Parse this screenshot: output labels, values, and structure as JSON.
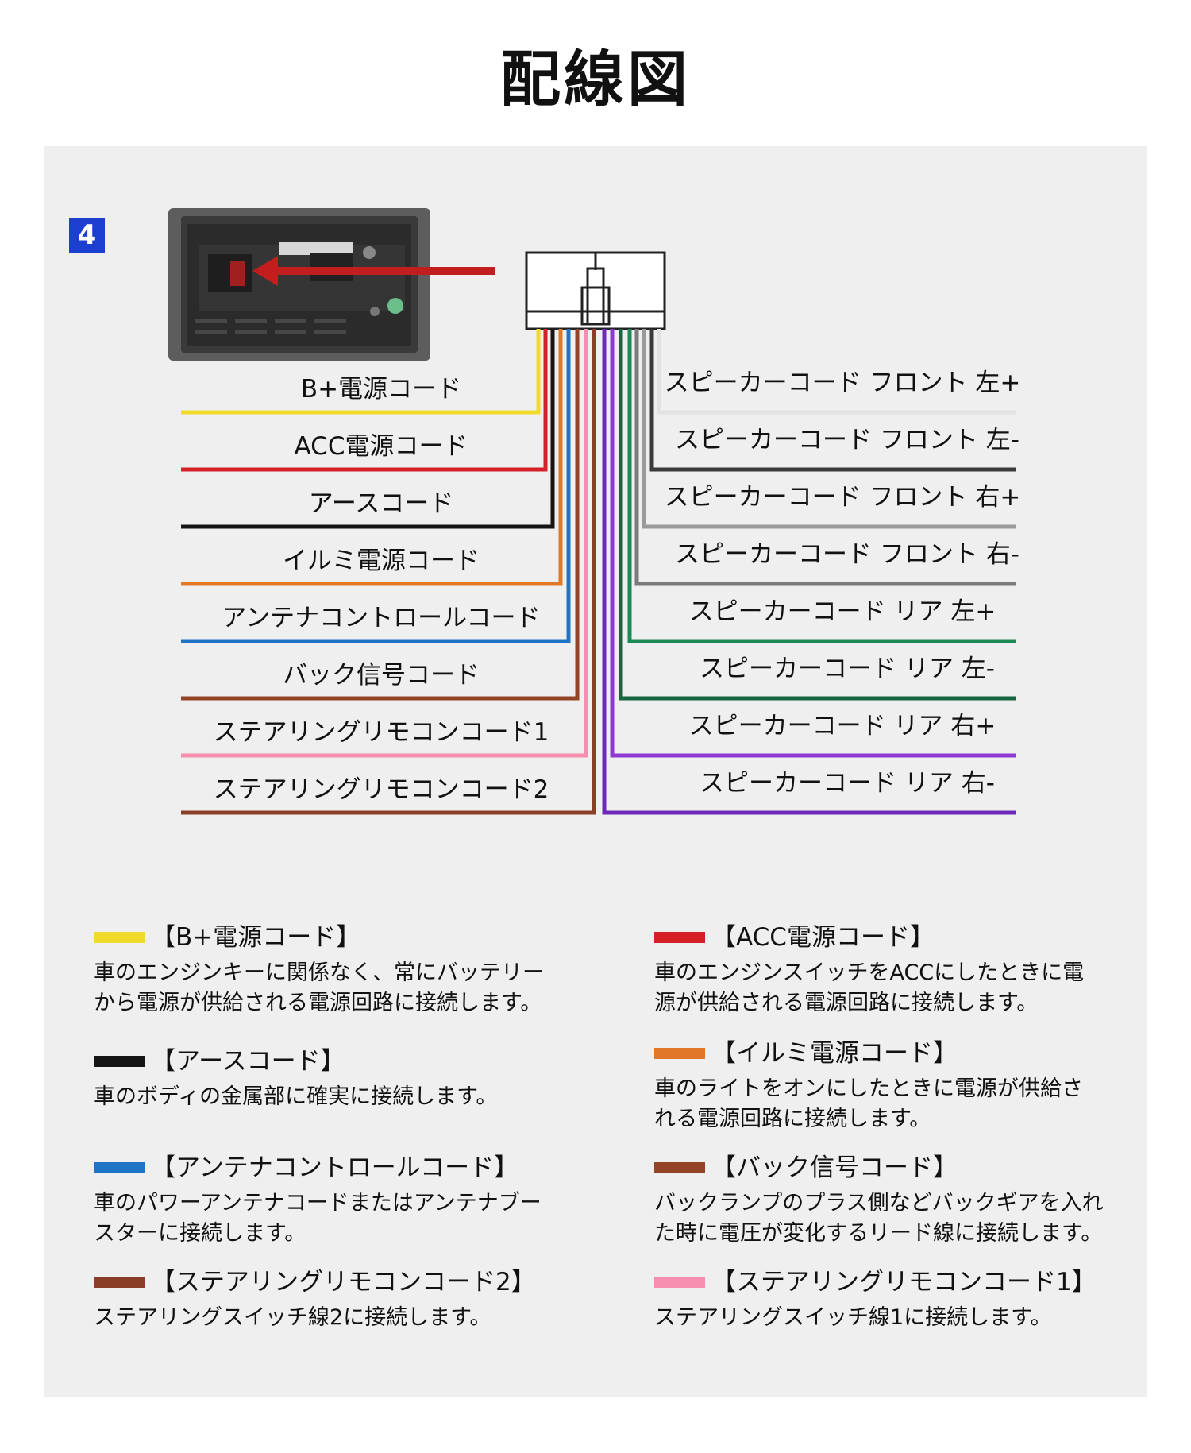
{
  "title": "配線図",
  "step_number": "4",
  "wires_left": [
    {
      "label": "B+電源コード",
      "color": "#f2da2c"
    },
    {
      "label": "ACC電源コード",
      "color": "#d62028"
    },
    {
      "label": "アースコード",
      "color": "#151515"
    },
    {
      "label": "イルミ電源コード",
      "color": "#e07828"
    },
    {
      "label": "アンテナコントロールコード",
      "color": "#1f74c6"
    },
    {
      "label": "バック信号コード",
      "color": "#934326"
    },
    {
      "label": "ステアリングリモコンコード1",
      "color": "#f68faf"
    },
    {
      "label": "ステアリングリモコンコード2",
      "color": "#8b3e27"
    }
  ],
  "wires_right": [
    {
      "label": "スピーカーコード フロント 左+",
      "color": "#e2e2e2"
    },
    {
      "label": "スピーカーコード フロント 左-",
      "color": "#3a3a3a"
    },
    {
      "label": "スピーカーコード フロント 右+",
      "color": "#9a9a9a"
    },
    {
      "label": "スピーカーコード フロント 右-",
      "color": "#7b7b7b"
    },
    {
      "label": "スピーカーコード リア 左+",
      "color": "#1c8a55"
    },
    {
      "label": "スピーカーコード リア 左-",
      "color": "#16663f"
    },
    {
      "label": "スピーカーコード リア 右+",
      "color": "#8d3ad0"
    },
    {
      "label": "スピーカーコード リア 右-",
      "color": "#6e28b8"
    }
  ],
  "legend": [
    {
      "title": "【B+電源コード】",
      "color": "#f2da2c",
      "desc": "車のエンジンキーに関係なく、常にバッテリー\nから電源が供給される電源回路に接続します。"
    },
    {
      "title": "【ACC電源コード】",
      "color": "#d62028",
      "desc": "車のエンジンスイッチをACCにしたときに電\n源が供給される電源回路に接続します。"
    },
    {
      "title": "【アースコード】",
      "color": "#151515",
      "desc": "車のボディの金属部に確実に接続します。"
    },
    {
      "title": "【イルミ電源コード】",
      "color": "#e07828",
      "desc": "車のライトをオンにしたときに電源が供給さ\nれる電源回路に接続します。"
    },
    {
      "title": "【アンテナコントロールコード】",
      "color": "#1f74c6",
      "desc": "車のパワーアンテナコードまたはアンテナブー\nスターに接続します。"
    },
    {
      "title": "【バック信号コード】",
      "color": "#934326",
      "desc": "バックランプのプラス側などバックギアを入れ\nた時に電圧が変化するリード線に接続します。"
    },
    {
      "title": "【ステアリングリモコンコード2】",
      "color": "#8b3e27",
      "desc": "ステアリングスイッチ線2に接続します。"
    },
    {
      "title": "【ステアリングリモコンコード1】",
      "color": "#f68faf",
      "desc": "ステアリングスイッチ線1に接続します。"
    }
  ]
}
